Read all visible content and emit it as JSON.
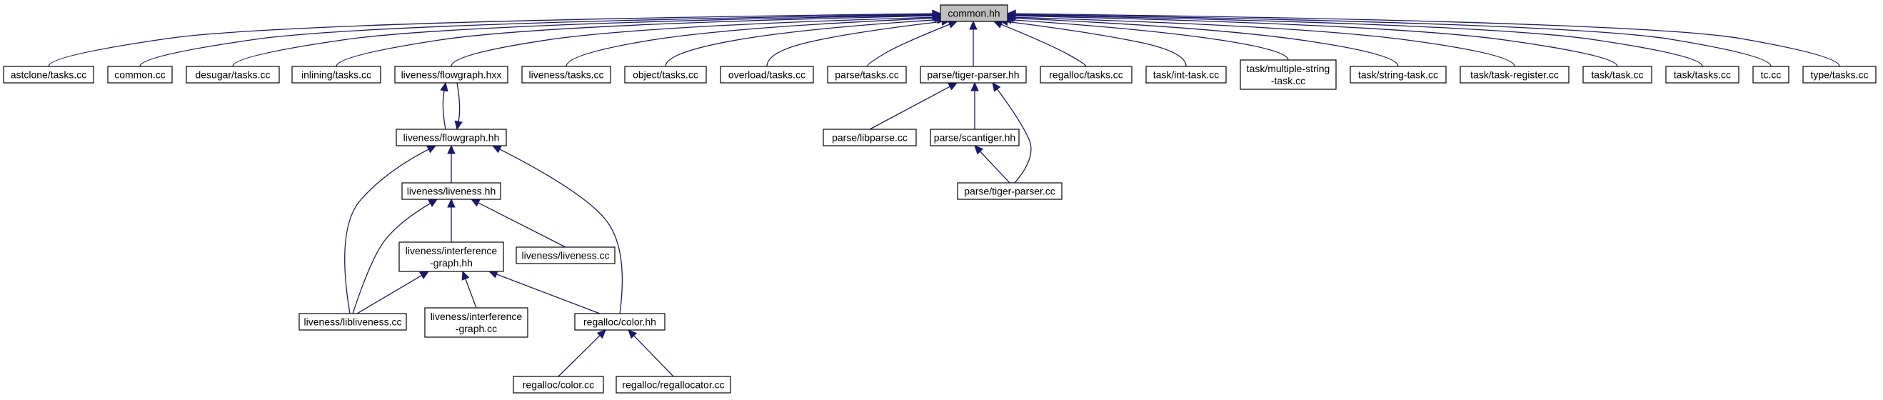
{
  "colors": {
    "edge": "#191970",
    "root_fill": "#bfbfbf",
    "node_fill": "#ffffff",
    "node_border": "#000000"
  },
  "nodes": [
    {
      "id": "common_hh",
      "lines": [
        "common.hh"
      ],
      "root": true
    },
    {
      "id": "astclone_tasks_cc",
      "lines": [
        "astclone/tasks.cc"
      ]
    },
    {
      "id": "common_cc",
      "lines": [
        "common.cc"
      ]
    },
    {
      "id": "desugar_tasks_cc",
      "lines": [
        "desugar/tasks.cc"
      ]
    },
    {
      "id": "inlining_tasks_cc",
      "lines": [
        "inlining/tasks.cc"
      ]
    },
    {
      "id": "liveness_flowgraph_hxx",
      "lines": [
        "liveness/flowgraph.hxx"
      ]
    },
    {
      "id": "liveness_tasks_cc",
      "lines": [
        "liveness/tasks.cc"
      ]
    },
    {
      "id": "object_tasks_cc",
      "lines": [
        "object/tasks.cc"
      ]
    },
    {
      "id": "overload_tasks_cc",
      "lines": [
        "overload/tasks.cc"
      ]
    },
    {
      "id": "parse_tasks_cc",
      "lines": [
        "parse/tasks.cc"
      ]
    },
    {
      "id": "parse_tiger_parser_hh",
      "lines": [
        "parse/tiger-parser.hh"
      ]
    },
    {
      "id": "regalloc_tasks_cc",
      "lines": [
        "regalloc/tasks.cc"
      ]
    },
    {
      "id": "task_int_task_cc",
      "lines": [
        "task/int-task.cc"
      ]
    },
    {
      "id": "task_multiple_string_task_cc",
      "lines": [
        "task/multiple-string",
        "-task.cc"
      ]
    },
    {
      "id": "task_string_task_cc",
      "lines": [
        "task/string-task.cc"
      ]
    },
    {
      "id": "task_task_register_cc",
      "lines": [
        "task/task-register.cc"
      ]
    },
    {
      "id": "task_task_cc",
      "lines": [
        "task/task.cc"
      ]
    },
    {
      "id": "task_tasks_cc",
      "lines": [
        "task/tasks.cc"
      ]
    },
    {
      "id": "tc_cc",
      "lines": [
        "tc.cc"
      ]
    },
    {
      "id": "type_tasks_cc",
      "lines": [
        "type/tasks.cc"
      ]
    },
    {
      "id": "liveness_flowgraph_hh",
      "lines": [
        "liveness/flowgraph.hh"
      ]
    },
    {
      "id": "parse_libparse_cc",
      "lines": [
        "parse/libparse.cc"
      ]
    },
    {
      "id": "parse_scantiger_hh",
      "lines": [
        "parse/scantiger.hh"
      ]
    },
    {
      "id": "parse_tiger_parser_cc",
      "lines": [
        "parse/tiger-parser.cc"
      ]
    },
    {
      "id": "liveness_liveness_hh",
      "lines": [
        "liveness/liveness.hh"
      ]
    },
    {
      "id": "liveness_interference_graph_hh",
      "lines": [
        "liveness/interference",
        "-graph.hh"
      ]
    },
    {
      "id": "liveness_liveness_cc",
      "lines": [
        "liveness/liveness.cc"
      ]
    },
    {
      "id": "liveness_libliveness_cc",
      "lines": [
        "liveness/libliveness.cc"
      ]
    },
    {
      "id": "liveness_interference_graph_cc",
      "lines": [
        "liveness/interference",
        "-graph.cc"
      ]
    },
    {
      "id": "regalloc_color_hh",
      "lines": [
        "regalloc/color.hh"
      ]
    },
    {
      "id": "regalloc_color_cc",
      "lines": [
        "regalloc/color.cc"
      ]
    },
    {
      "id": "regalloc_regallocator_cc",
      "lines": [
        "regalloc/regallocator.cc"
      ]
    }
  ],
  "edges": [
    {
      "from": "astclone_tasks_cc",
      "to": "common_hh"
    },
    {
      "from": "common_cc",
      "to": "common_hh"
    },
    {
      "from": "desugar_tasks_cc",
      "to": "common_hh"
    },
    {
      "from": "inlining_tasks_cc",
      "to": "common_hh"
    },
    {
      "from": "liveness_flowgraph_hxx",
      "to": "common_hh"
    },
    {
      "from": "liveness_tasks_cc",
      "to": "common_hh"
    },
    {
      "from": "object_tasks_cc",
      "to": "common_hh"
    },
    {
      "from": "overload_tasks_cc",
      "to": "common_hh"
    },
    {
      "from": "parse_tasks_cc",
      "to": "common_hh"
    },
    {
      "from": "parse_tiger_parser_hh",
      "to": "common_hh"
    },
    {
      "from": "regalloc_tasks_cc",
      "to": "common_hh"
    },
    {
      "from": "task_int_task_cc",
      "to": "common_hh"
    },
    {
      "from": "task_multiple_string_task_cc",
      "to": "common_hh"
    },
    {
      "from": "task_string_task_cc",
      "to": "common_hh"
    },
    {
      "from": "task_task_register_cc",
      "to": "common_hh"
    },
    {
      "from": "task_task_cc",
      "to": "common_hh"
    },
    {
      "from": "task_tasks_cc",
      "to": "common_hh"
    },
    {
      "from": "tc_cc",
      "to": "common_hh"
    },
    {
      "from": "type_tasks_cc",
      "to": "common_hh"
    },
    {
      "from": "liveness_flowgraph_hh",
      "to": "liveness_flowgraph_hxx"
    },
    {
      "from": "liveness_flowgraph_hxx",
      "to": "liveness_flowgraph_hh"
    },
    {
      "from": "parse_libparse_cc",
      "to": "parse_tiger_parser_hh"
    },
    {
      "from": "parse_scantiger_hh",
      "to": "parse_tiger_parser_hh"
    },
    {
      "from": "parse_tiger_parser_cc",
      "to": "parse_tiger_parser_hh"
    },
    {
      "from": "parse_tiger_parser_cc",
      "to": "parse_scantiger_hh"
    },
    {
      "from": "liveness_liveness_hh",
      "to": "liveness_flowgraph_hh"
    },
    {
      "from": "liveness_libliveness_cc",
      "to": "liveness_flowgraph_hh"
    },
    {
      "from": "regalloc_color_hh",
      "to": "liveness_flowgraph_hh"
    },
    {
      "from": "liveness_interference_graph_hh",
      "to": "liveness_liveness_hh"
    },
    {
      "from": "liveness_liveness_cc",
      "to": "liveness_liveness_hh"
    },
    {
      "from": "liveness_libliveness_cc",
      "to": "liveness_liveness_hh"
    },
    {
      "from": "liveness_libliveness_cc",
      "to": "liveness_interference_graph_hh"
    },
    {
      "from": "liveness_interference_graph_cc",
      "to": "liveness_interference_graph_hh"
    },
    {
      "from": "regalloc_color_hh",
      "to": "liveness_interference_graph_hh"
    },
    {
      "from": "regalloc_color_cc",
      "to": "regalloc_color_hh"
    },
    {
      "from": "regalloc_regallocator_cc",
      "to": "regalloc_color_hh"
    }
  ]
}
